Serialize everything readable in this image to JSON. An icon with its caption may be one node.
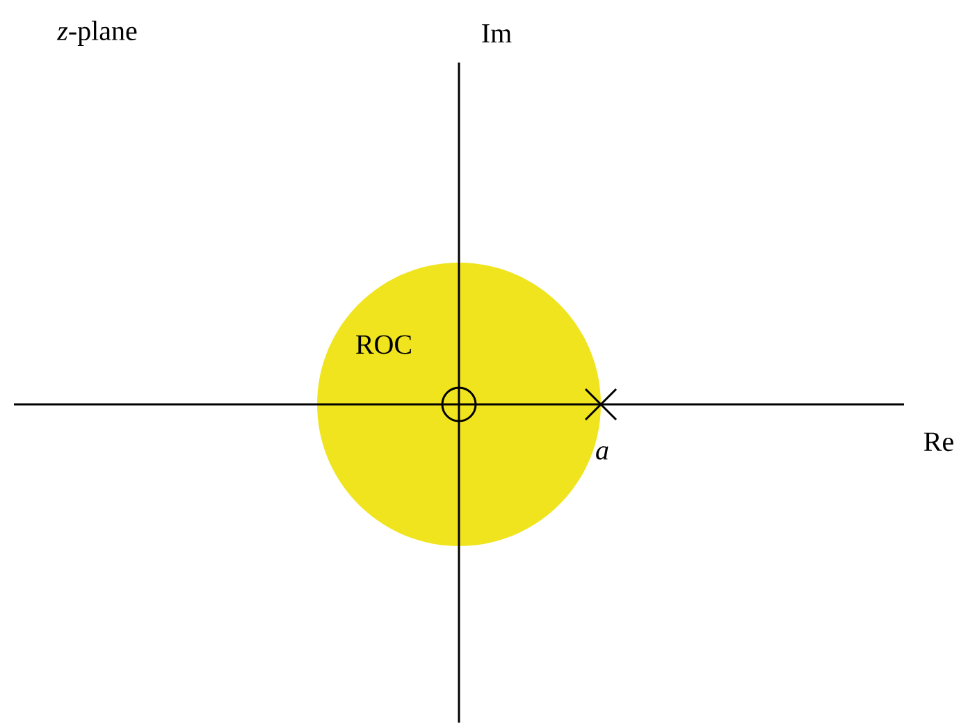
{
  "diagram": {
    "labels": [
      "*z*-plane",
      "Im",
      "ROC",
      "Re",
      "a"
    ]
  }
}
